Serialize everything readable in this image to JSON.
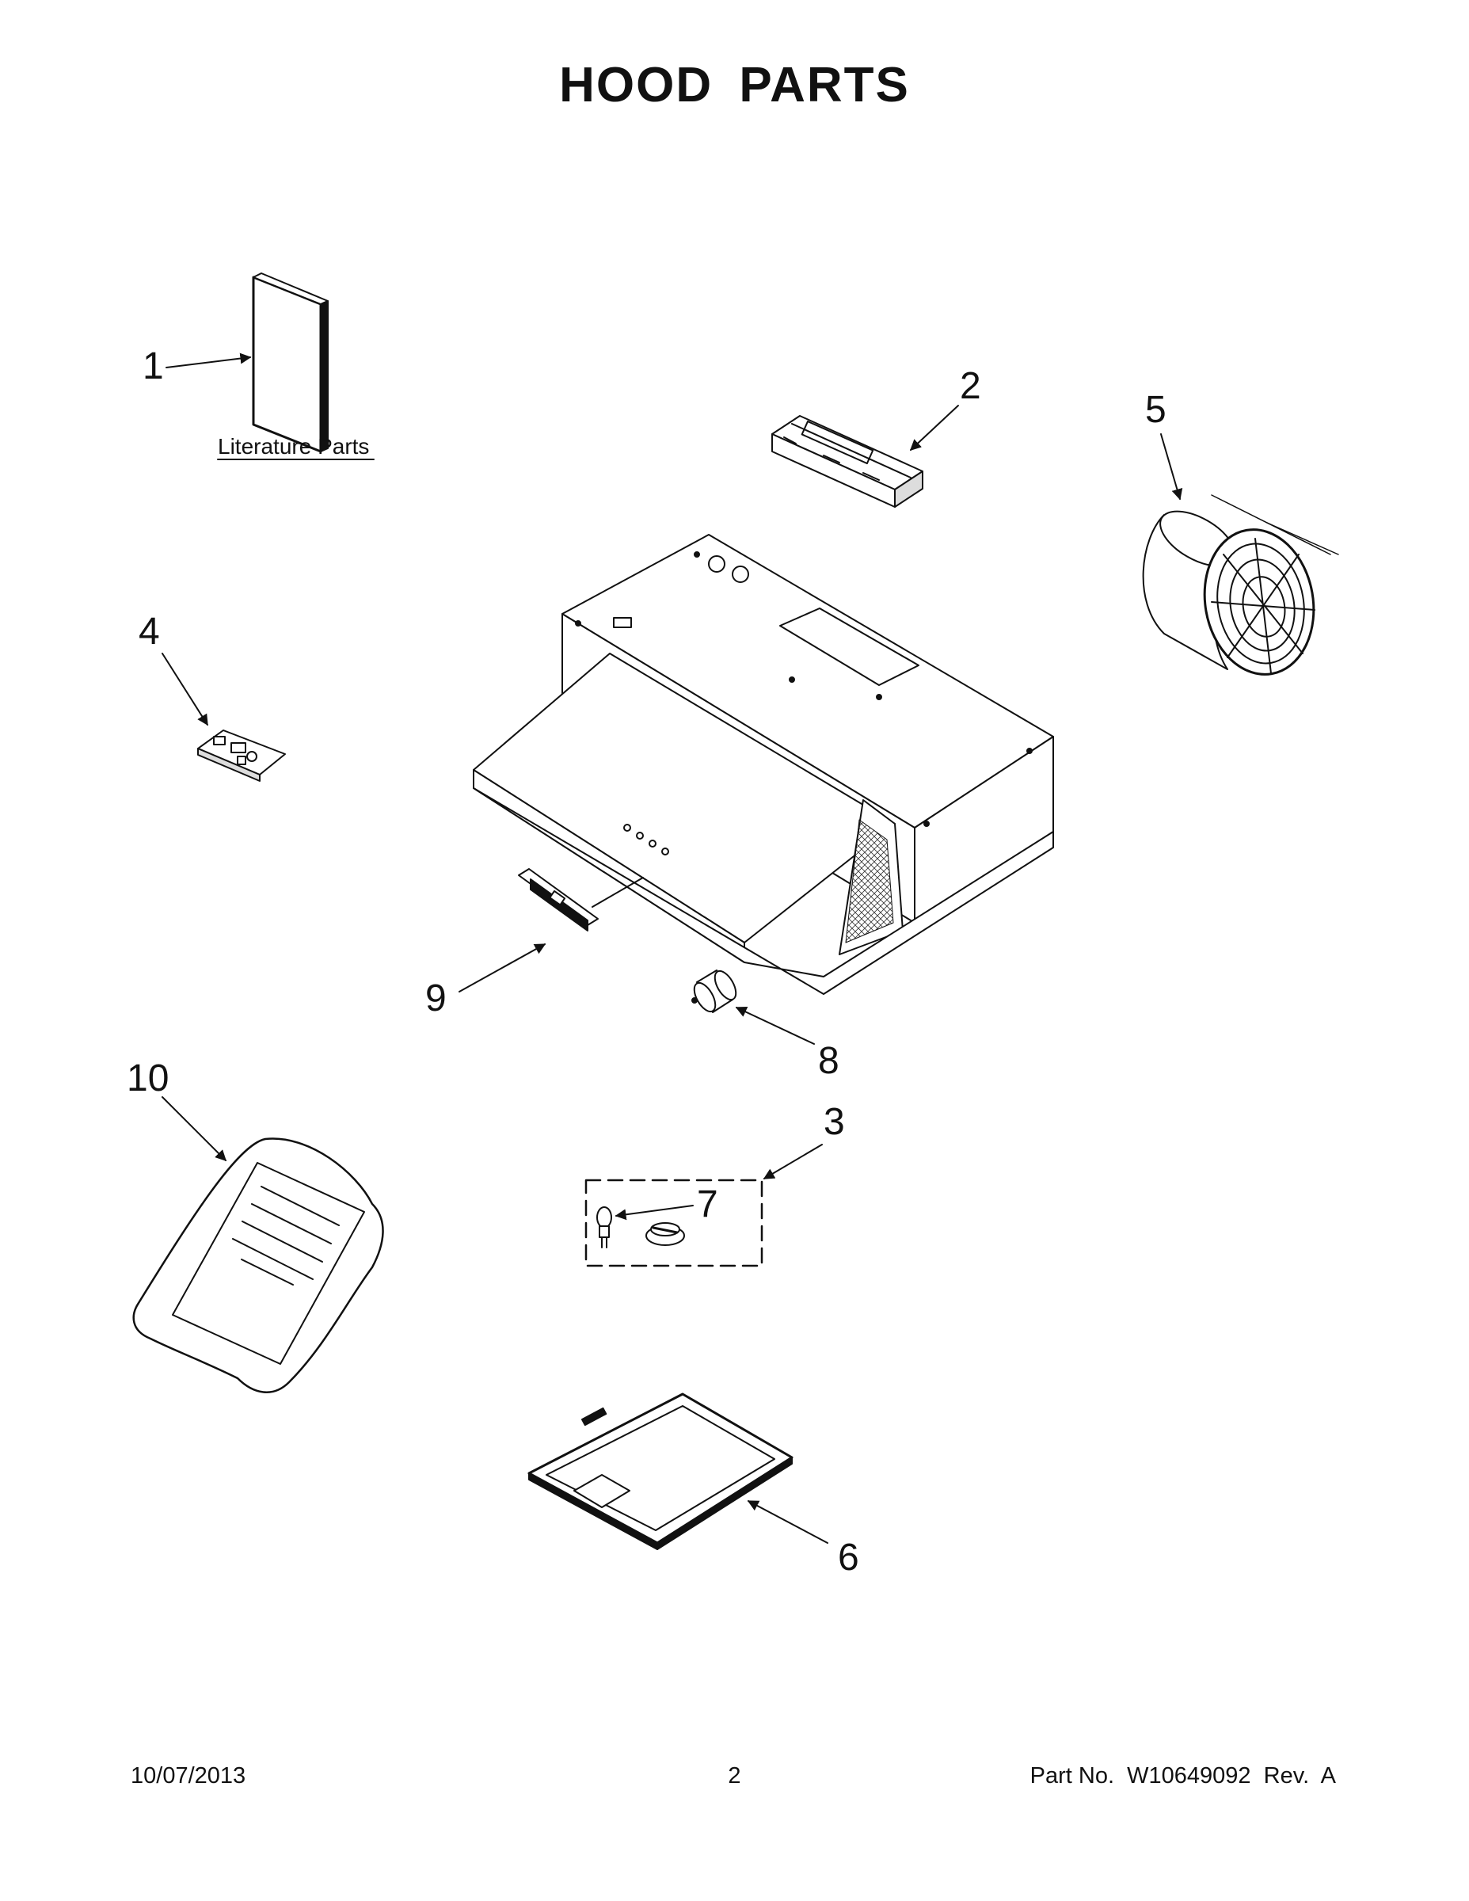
{
  "title": "HOOD PARTS",
  "literature_label": "Literature Parts",
  "callouts": {
    "c1": "1",
    "c2": "2",
    "c3": "3",
    "c4": "4",
    "c5": "5",
    "c6": "6",
    "c7": "7",
    "c8": "8",
    "c9": "9",
    "c10": "10"
  },
  "footer": {
    "date": "10/07/2013",
    "page": "2",
    "part_no": "Part No.  W10649092  Rev.  A"
  }
}
